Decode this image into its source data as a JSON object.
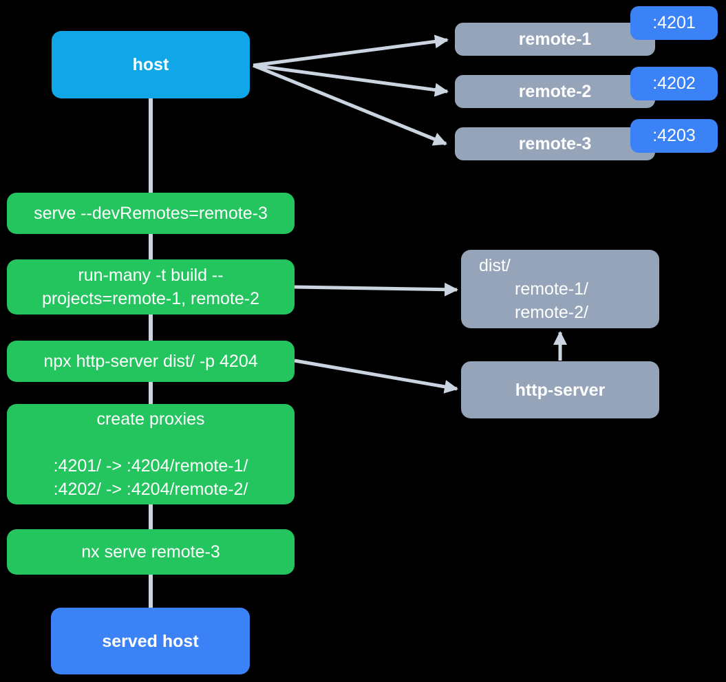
{
  "host": {
    "label": "host"
  },
  "remotes": [
    {
      "label": "remote-1",
      "port": ":4201"
    },
    {
      "label": "remote-2",
      "port": ":4202"
    },
    {
      "label": "remote-3",
      "port": ":4203"
    }
  ],
  "steps": [
    {
      "lines": [
        "serve --devRemotes=remote-3"
      ]
    },
    {
      "lines": [
        "run-many -t build --",
        "projects=remote-1, remote-2"
      ]
    },
    {
      "lines": [
        "npx http-server dist/ -p 4204"
      ]
    },
    {
      "lines": [
        "create proxies",
        "",
        ":4201/ -> :4204/remote-1/",
        ":4202/ -> :4204/remote-2/"
      ]
    },
    {
      "lines": [
        "nx serve remote-3"
      ]
    }
  ],
  "dist_box": {
    "lines": [
      "dist/",
      "remote-1/",
      "remote-2/"
    ]
  },
  "http_server": {
    "label": "http-server"
  },
  "served_host": {
    "label": "served host"
  },
  "colors": {
    "sky": "#10a6e8",
    "blue": "#3b82f6",
    "green": "#24c45f",
    "gray": "#96a4ba",
    "edge": "#cbd5e1",
    "text": "#ffffff",
    "bg": "#000000"
  }
}
